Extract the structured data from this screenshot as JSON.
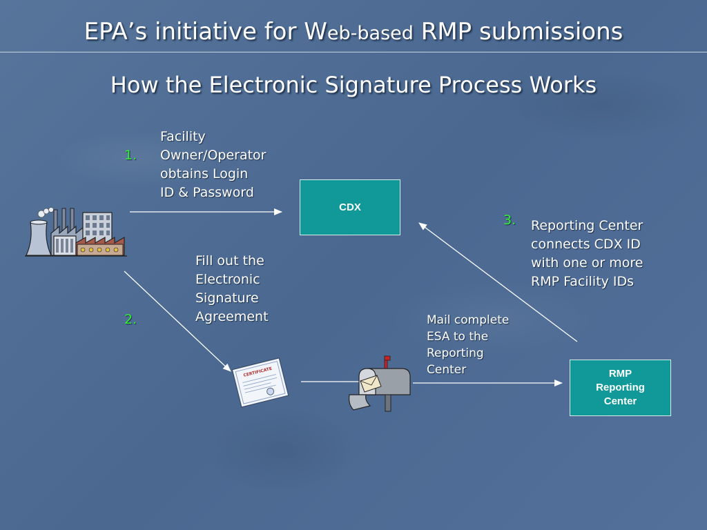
{
  "title": {
    "part1": "EPA’s initiative for W",
    "part2": "eb-based",
    "part3": " RMP submissions"
  },
  "subtitle": "How the Electronic Signature Process Works",
  "steps": {
    "step1_number": "1.",
    "step1_lines": [
      "Facility",
      "Owner/Operator",
      "obtains Login",
      "ID & Password"
    ],
    "step2_number": "2.",
    "step2_lines": [
      "Fill out the",
      "Electronic",
      "Signature",
      "Agreement"
    ],
    "step3_number": "3.",
    "step3_lines": [
      "Reporting Center",
      "connects CDX ID",
      "with one or more",
      "RMP Facility IDs"
    ],
    "mail_lines": [
      "Mail complete",
      "ESA to the",
      "Reporting",
      "Center"
    ]
  },
  "boxes": {
    "cdx": "CDX",
    "rmp_lines": [
      "RMP",
      "Reporting",
      "Center"
    ]
  },
  "icons": {
    "facility": "factory-icon",
    "certificate": "certificate-icon",
    "mailbox": "mailbox-icon"
  },
  "colors": {
    "background": "#4d6b91",
    "box_fill": "#119999",
    "step_number": "#33ee33",
    "text": "#ffffff"
  }
}
